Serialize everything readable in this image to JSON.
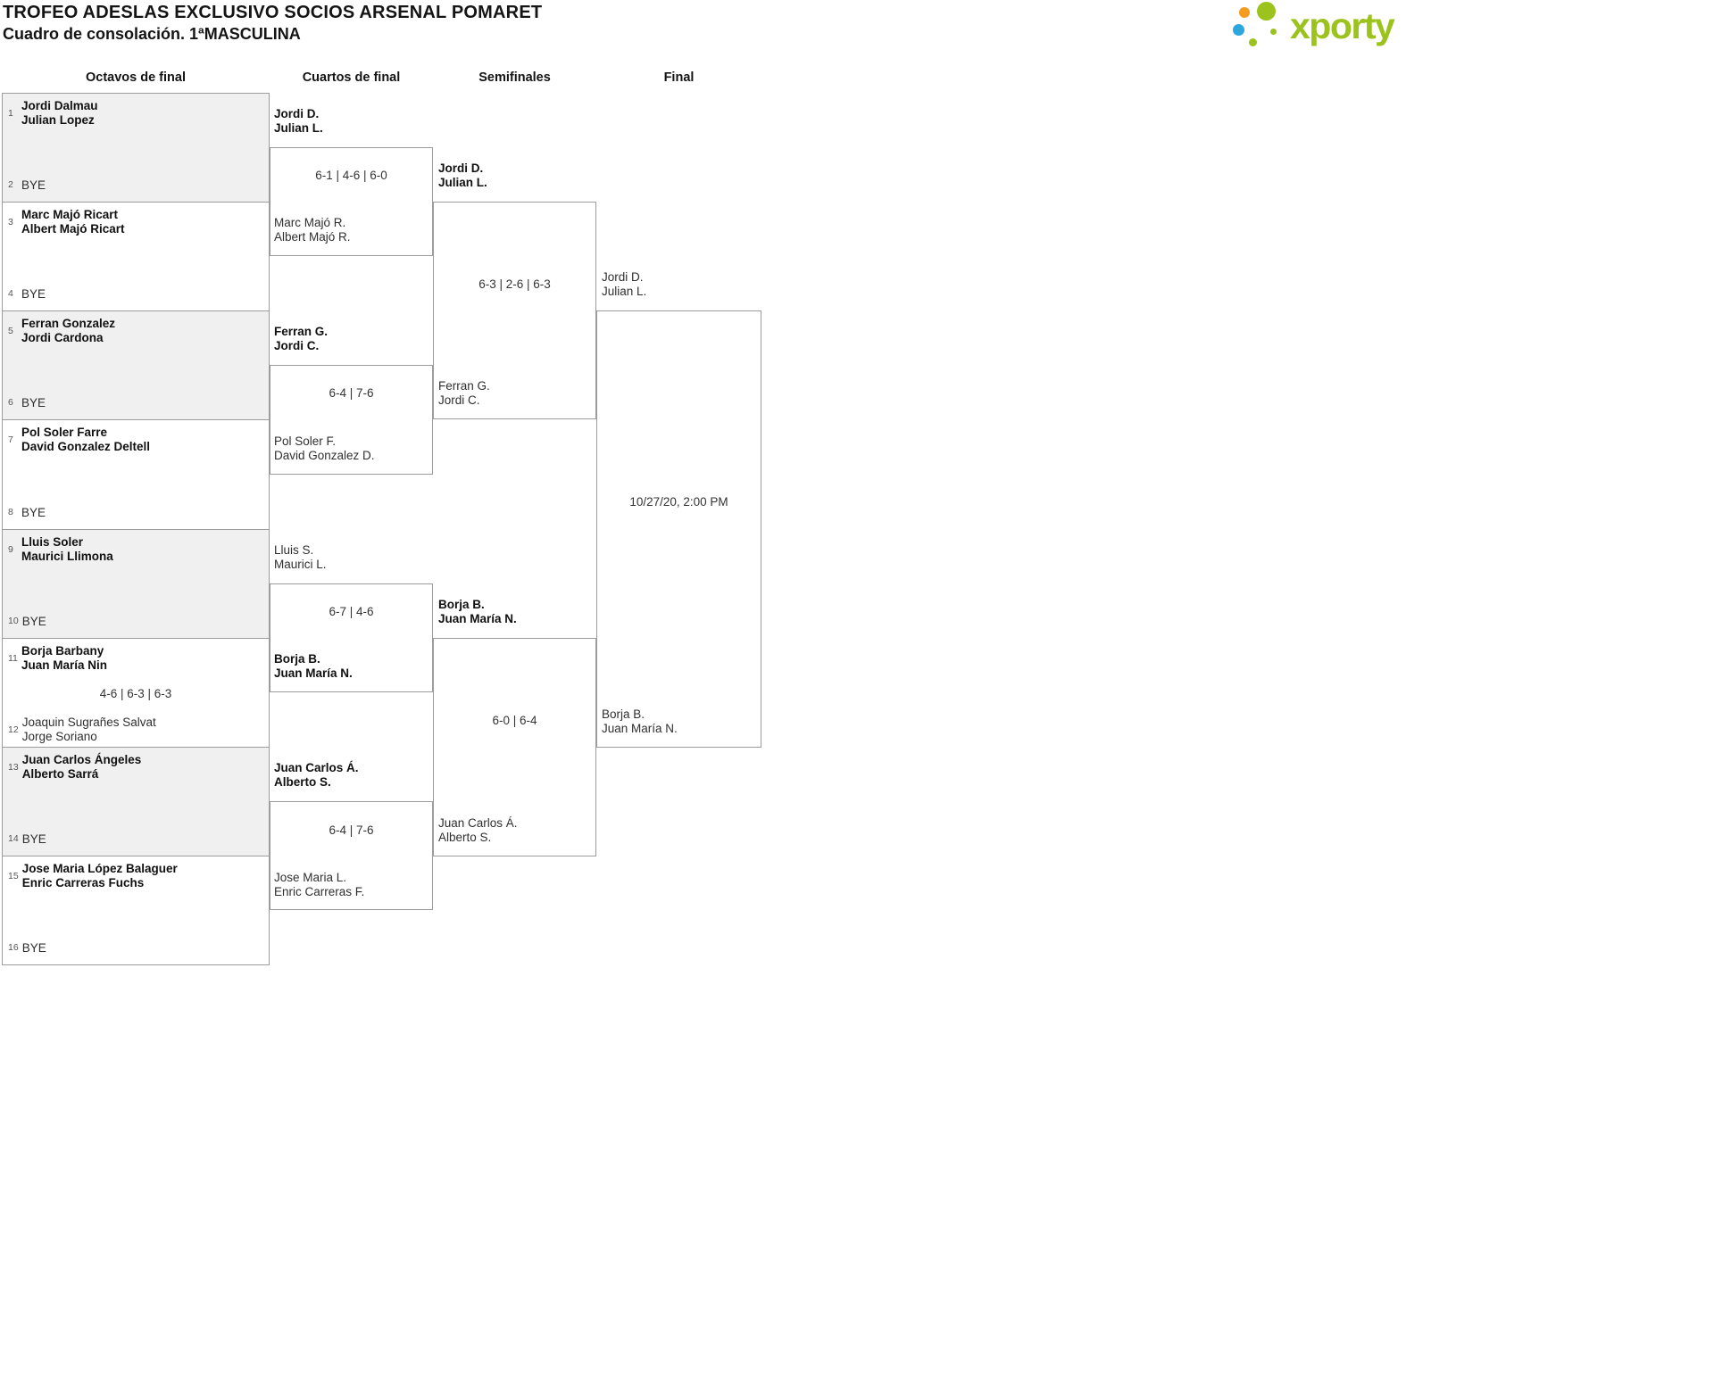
{
  "header": {
    "title": "TROFEO ADESLAS EXCLUSIVO SOCIOS ARSENAL POMARET",
    "subtitle": "Cuadro de consolación. 1ªMASCULINA",
    "logo": {
      "text": "xporty"
    }
  },
  "brand_colors": {
    "green": "#9cc21e",
    "orange": "#f59b1e",
    "blue": "#2ba7de",
    "box_gray": "#f0f0f0",
    "border_gray": "#9c9c9c"
  },
  "rounds": [
    "Octavos de final",
    "Cuartos de final",
    "Semifinales",
    "Final"
  ],
  "r16": [
    {
      "seed_a": "1",
      "a1": "Jordi Dalmau",
      "a2": "Julian Lopez",
      "seed_b": "2",
      "b": "BYE"
    },
    {
      "seed_a": "3",
      "a1": "Marc Majó Ricart",
      "a2": "Albert Majó Ricart",
      "seed_b": "4",
      "b": "BYE"
    },
    {
      "seed_a": "5",
      "a1": "Ferran Gonzalez",
      "a2": "Jordi Cardona",
      "seed_b": "6",
      "b": "BYE"
    },
    {
      "seed_a": "7",
      "a1": "Pol Soler Farre",
      "a2": "David Gonzalez Deltell",
      "seed_b": "8",
      "b": "BYE"
    },
    {
      "seed_a": "9",
      "a1": "Lluis Soler",
      "a2": "Maurici Llimona",
      "seed_b": "10",
      "b": "BYE"
    },
    {
      "seed_a": "11",
      "a1": "Borja Barbany",
      "a2": "Juan María Nin",
      "score": "4-6 | 6-3 | 6-3",
      "seed_b": "12",
      "b1": "Joaquin Sugrañes Salvat",
      "b2": "Jorge Soriano"
    },
    {
      "seed_a": "13",
      "a1": "Juan Carlos Ángeles",
      "a2": "Alberto Sarrá",
      "seed_b": "14",
      "b": "BYE"
    },
    {
      "seed_a": "15",
      "a1": "Jose Maria López Balaguer",
      "a2": "Enric Carreras Fuchs",
      "seed_b": "16",
      "b": "BYE"
    }
  ],
  "qf": [
    {
      "a1": "Jordi D.",
      "a2": "Julian L.",
      "score": "6-1 | 4-6 | 6-0",
      "b1": "Marc Majó R.",
      "b2": "Albert Majó R."
    },
    {
      "a1": "Ferran G.",
      "a2": "Jordi C.",
      "score": "6-4 | 7-6",
      "b1": "Pol Soler F.",
      "b2": "David Gonzalez D."
    },
    {
      "a1": "Lluis S.",
      "a2": "Maurici L.",
      "score": "6-7 | 4-6",
      "b1": "Borja B.",
      "b2": "Juan María N."
    },
    {
      "a1": "Juan Carlos Á.",
      "a2": "Alberto S.",
      "score": "6-4 | 7-6",
      "b1": "Jose Maria L.",
      "b2": "Enric Carreras F."
    }
  ],
  "sf": [
    {
      "a1": "Jordi D.",
      "a2": "Julian L.",
      "score": "6-3 | 2-6 | 6-3",
      "b1": "Ferran G.",
      "b2": "Jordi C."
    },
    {
      "a1": "Borja B.",
      "a2": "Juan María N.",
      "score": "6-0 | 6-4",
      "b1": "Juan Carlos Á.",
      "b2": "Alberto S."
    }
  ],
  "final": {
    "a1": "Jordi D.",
    "a2": "Julian L.",
    "schedule": "10/27/20, 2:00 PM",
    "b1": "Borja B.",
    "b2": "Juan María N."
  }
}
